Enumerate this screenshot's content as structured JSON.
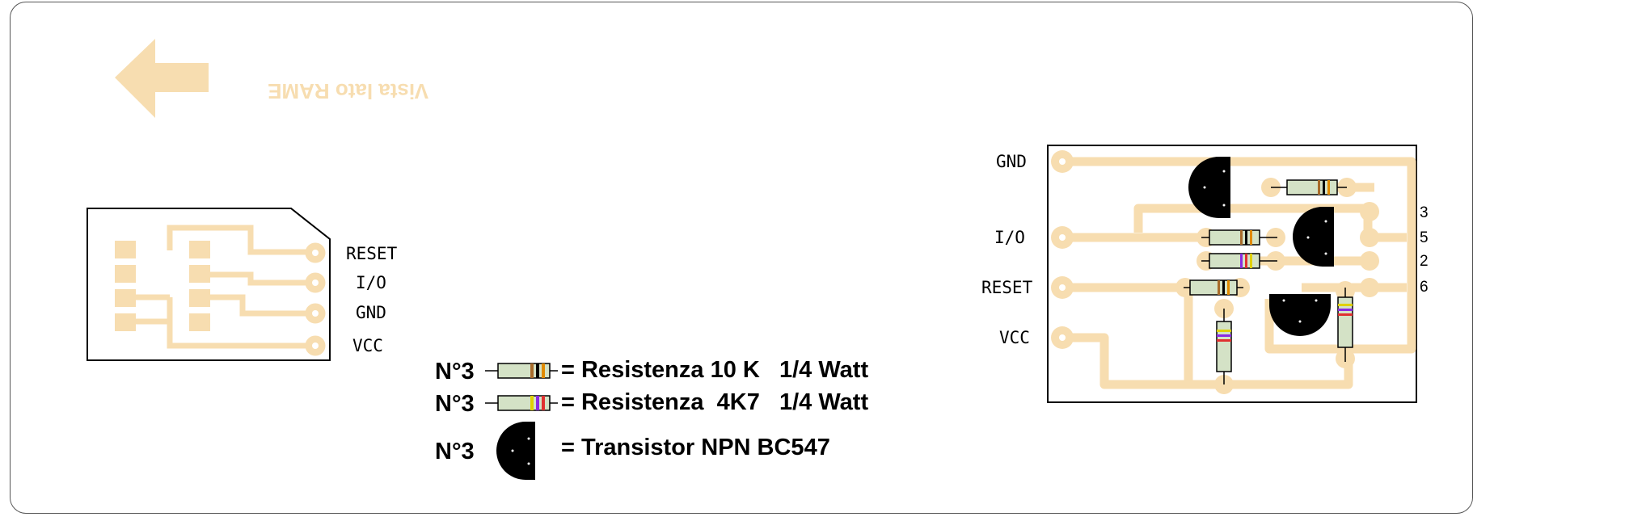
{
  "view_side_label": "Vista lato RAME",
  "card_pins": [
    "RESET",
    "I/O",
    "GND",
    "VCC"
  ],
  "board_left_labels": [
    "GND",
    "I/O",
    "RESET",
    "VCC"
  ],
  "board_right_pins": [
    "3",
    "5",
    "2",
    "6"
  ],
  "legend": [
    {
      "qty": "N°3",
      "text": "= Resistenza 10 K   1/4 Watt"
    },
    {
      "qty": "N°3",
      "text": "= Resistenza  4K7   1/4 Watt"
    },
    {
      "qty": "N°3",
      "text": "= Transistor NPN BC547"
    }
  ],
  "colors": {
    "copper": "#f7ddb0",
    "resistor_body": "#d4e2c6",
    "transistor": "#000000"
  }
}
